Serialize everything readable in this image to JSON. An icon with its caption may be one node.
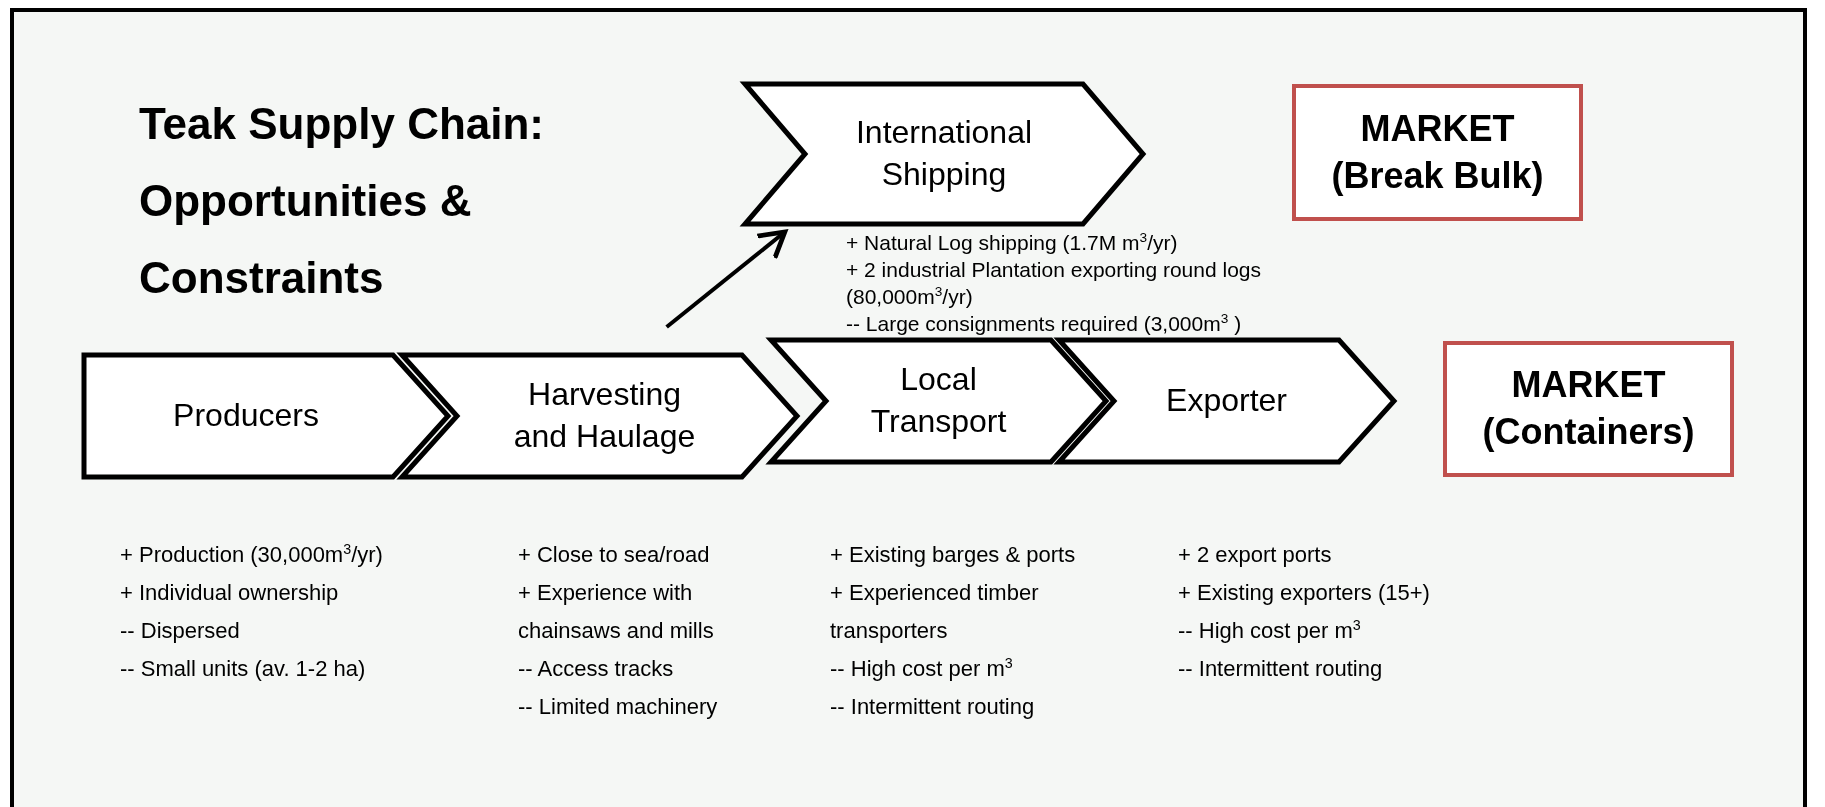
{
  "diagram": {
    "title": "Teak Supply Chain: Opportunities & Constraints",
    "nodes": [
      {
        "text": [
          "International Shipping"
        ],
        "beside": [
          "+ Natural Log shipping (1.7M m$^{3}$/yr)",
          "+ 2 industrial Plantation exporting round logs (80,000m$^{3}$/yr)",
          "--  Large consignments required (3,000m$^{3}$ )"
        ]
      },
      {
        "text": [
          "MARKET (Break Bulk)"
        ]
      },
      {
        "text": [
          "Producers"
        ],
        "beside": [
          "+ Production (30,000m$^{3}$/yr)",
          "+ Individual ownership",
          "-- Dispersed",
          "--  Small  units (av. 1-2 ha)"
        ]
      },
      {
        "text": [
          "Harvesting and Haulage"
        ],
        "beside": [
          "+ Close to sea/road",
          "+ Experience with chainsaws and mills",
          "--  Access tracks",
          "-- Limited machinery"
        ]
      },
      {
        "text": [
          "Local Transport"
        ],
        "beside": [
          "+ Existing barges & ports",
          "+ Experienced timber transporters",
          "--  High cost per m$^{3}$",
          "-- Intermittent routing"
        ]
      },
      {
        "text": [
          "Exporter"
        ],
        "beside": [
          "+ 2 export ports",
          "+ Existing exporters (15+)",
          "--  High cost per m$^{3}$",
          "-- Intermittent routing"
        ]
      },
      {
        "text": [
          "MARKET (Containers)"
        ]
      }
    ],
    "edges": [
      {
        "from": 3,
        "to": 0,
        "arrow": "to"
      }
    ]
  }
}
